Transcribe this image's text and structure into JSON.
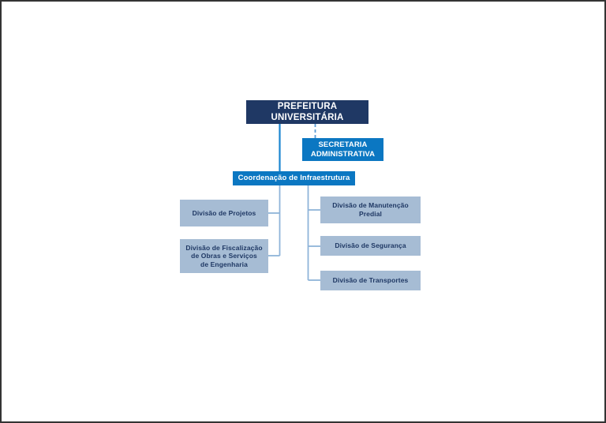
{
  "diagram": {
    "type": "org-chart",
    "title_text": "PREFEITURA UNIVERSITÁRIA",
    "colors": {
      "root_fill": "#1f3864",
      "root_text": "#ffffff",
      "staff_fill": "#0b77c2",
      "staff_text": "#ffffff",
      "coordination_fill": "#0b77c2",
      "coordination_text": "#ffffff",
      "division_fill": "#a6bcd4",
      "division_text": "#1f3864",
      "connector": "#8fb4d9",
      "solid_connector": "#1a86d0",
      "page_background": "#ffffff",
      "page_border": "#333333"
    },
    "nodes": {
      "root": {
        "label": "PREFEITURA UNIVERSITÁRIA",
        "level": "root"
      },
      "staff": {
        "label": "SECRETARIA\nADMINISTRATIVA",
        "level": "staff",
        "relation": "dashed"
      },
      "coordination": {
        "label": "Coordenação de Infraestrutura",
        "level": "coordination"
      },
      "divisions_left": [
        {
          "label": "Divisão de Projetos"
        },
        {
          "label": "Divisão de Fiscalização\nde Obras e Serviços\nde Engenharia"
        }
      ],
      "divisions_right": [
        {
          "label": "Divisão de Manutenção\nPredial"
        },
        {
          "label": "Divisão de Segurança"
        },
        {
          "label": "Divisão de  Transportes"
        }
      ]
    }
  }
}
